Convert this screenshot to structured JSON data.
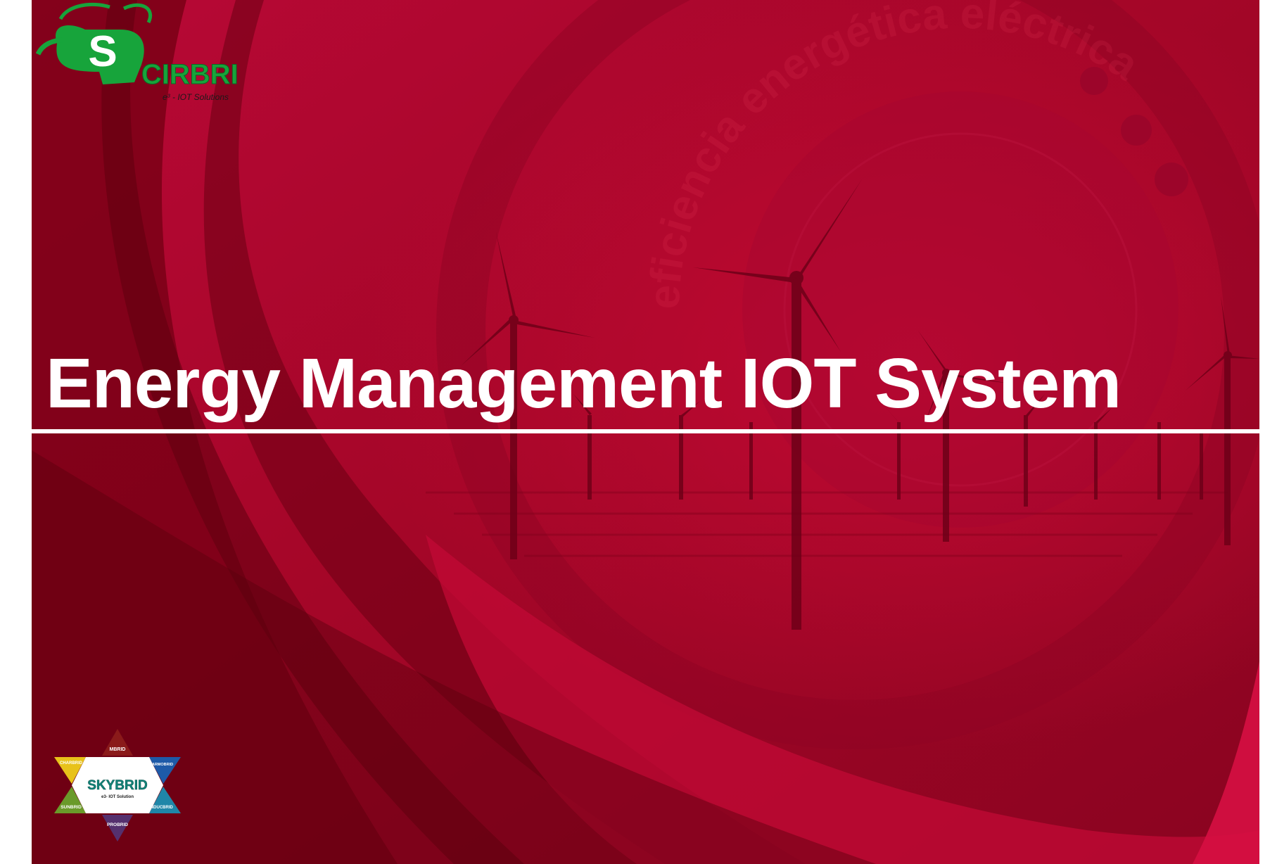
{
  "slide": {
    "title": "Energy Management IOT System"
  },
  "logo_top": {
    "brand": "CIRBRID",
    "tagline": "e³ - IOT Solutions",
    "icon": "scirbrid-head-icon"
  },
  "logo_bottom": {
    "center": "SKYBRID",
    "sub": "e3- IOT Solution",
    "points": [
      "MBRID",
      "HARMOBRID",
      "INDUCBRID",
      "PROBRID",
      "SUNBRID",
      "CHARBRID"
    ]
  },
  "background": {
    "watermark": "eficiencia energética eléctrica",
    "colors": {
      "primary": "#a8062c",
      "dark": "#6a0010",
      "accent": "#c8103a",
      "green": "#1aaa3c"
    }
  }
}
